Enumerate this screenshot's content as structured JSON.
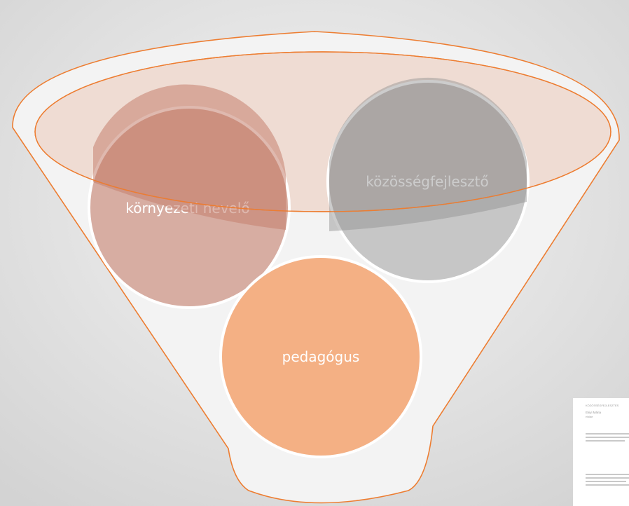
{
  "diagram": {
    "circles": [
      {
        "id": "kornyezeti",
        "label": "környezeti nevelő",
        "color": "#c57f6d"
      },
      {
        "id": "kozossegfejleszto",
        "label": "közösségfejlesztő",
        "color": "#a0a0a0"
      },
      {
        "id": "pedagogus",
        "label": "pedagógus",
        "color": "#f4b084"
      }
    ],
    "funnel": {
      "fill": "#f2f2f2",
      "stroke": "#ed7d31",
      "ellipse_fill": "#f8cbad"
    },
    "document_thumbnail": {
      "header": "KÖZÖSSÉGFEJLESZTÉS",
      "author": "Ekiyi Mária",
      "role": "elnöke"
    }
  }
}
